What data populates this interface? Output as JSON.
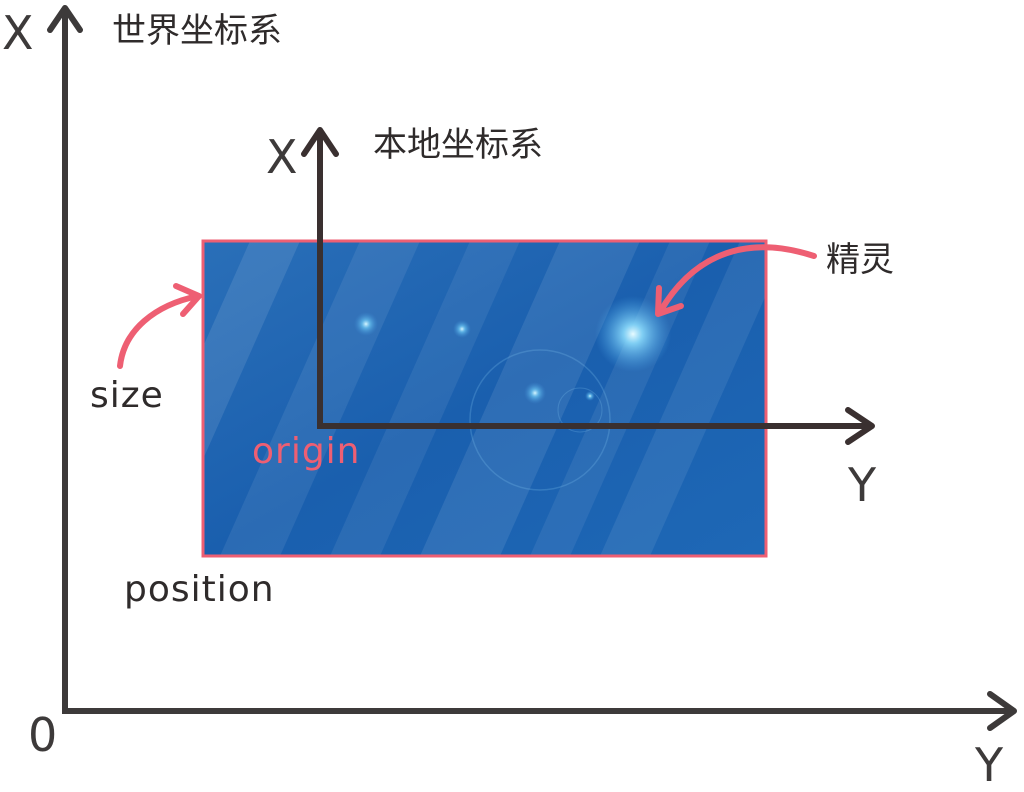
{
  "world_system": {
    "title": "世界坐标系",
    "x_axis_label": "X",
    "y_axis_label": "Y",
    "origin_label": "0"
  },
  "local_system": {
    "title": "本地坐标系",
    "x_axis_label": "X",
    "y_axis_label": "Y"
  },
  "sprite": {
    "label": "精灵"
  },
  "annotations": {
    "size": "size",
    "origin": "origin",
    "position": "position"
  },
  "colors": {
    "axis": "#3d3a3a",
    "highlight": "#ee5f73",
    "sprite_fill": "#1a63b0"
  }
}
